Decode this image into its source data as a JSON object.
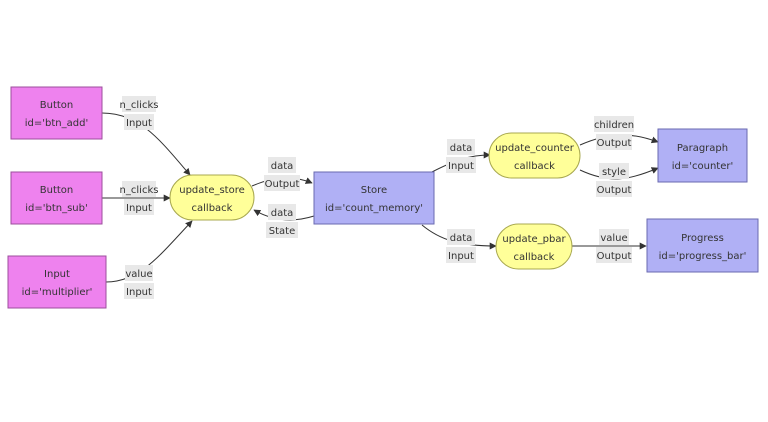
{
  "nodes": {
    "btn_add": {
      "kind": "component",
      "lines": [
        "Button",
        "id='btn_add'"
      ]
    },
    "btn_sub": {
      "kind": "component",
      "lines": [
        "Button",
        "id='btn_sub'"
      ]
    },
    "multiplier": {
      "kind": "component",
      "lines": [
        "Input",
        "id='multiplier'"
      ]
    },
    "update_store": {
      "kind": "callback",
      "lines": [
        "update_store",
        "callback"
      ]
    },
    "count_memory": {
      "kind": "store",
      "lines": [
        "Store",
        "id='count_memory'"
      ]
    },
    "update_counter": {
      "kind": "callback",
      "lines": [
        "update_counter",
        "callback"
      ]
    },
    "update_pbar": {
      "kind": "callback",
      "lines": [
        "update_pbar",
        "callback"
      ]
    },
    "counter": {
      "kind": "output",
      "lines": [
        "Paragraph",
        "id='counter'"
      ]
    },
    "progress_bar": {
      "kind": "output",
      "lines": [
        "Progress",
        "id='progress_bar'"
      ]
    }
  },
  "edges": [
    {
      "id": "btn_add-to-update_store",
      "prop": "n_clicks",
      "type": "Input"
    },
    {
      "id": "btn_sub-to-update_store",
      "prop": "n_clicks",
      "type": "Input"
    },
    {
      "id": "multiplier-to-update_store",
      "prop": "value",
      "type": "Input"
    },
    {
      "id": "update_store-to-count_memory",
      "prop": "data",
      "type": "Output"
    },
    {
      "id": "count_memory-to-update_store",
      "prop": "data",
      "type": "State"
    },
    {
      "id": "count_memory-to-update_counter",
      "prop": "data",
      "type": "Input"
    },
    {
      "id": "count_memory-to-update_pbar",
      "prop": "data",
      "type": "Input"
    },
    {
      "id": "update_counter-to-counter-children",
      "prop": "children",
      "type": "Output"
    },
    {
      "id": "update_counter-to-counter-style",
      "prop": "style",
      "type": "Output"
    },
    {
      "id": "update_pbar-to-progress_bar",
      "prop": "value",
      "type": "Output"
    }
  ],
  "colors": {
    "component_fill": "#ee82ee",
    "component_stroke": "#9c4f9c",
    "callback_fill": "#ffff99",
    "callback_stroke": "#a8a850",
    "store_fill": "#b0b0f5",
    "store_stroke": "#6a6ab0",
    "output_fill": "#b0b0f5",
    "output_stroke": "#6a6ab0",
    "edge_stroke": "#333333",
    "label_bg": "#e8e8e8"
  }
}
